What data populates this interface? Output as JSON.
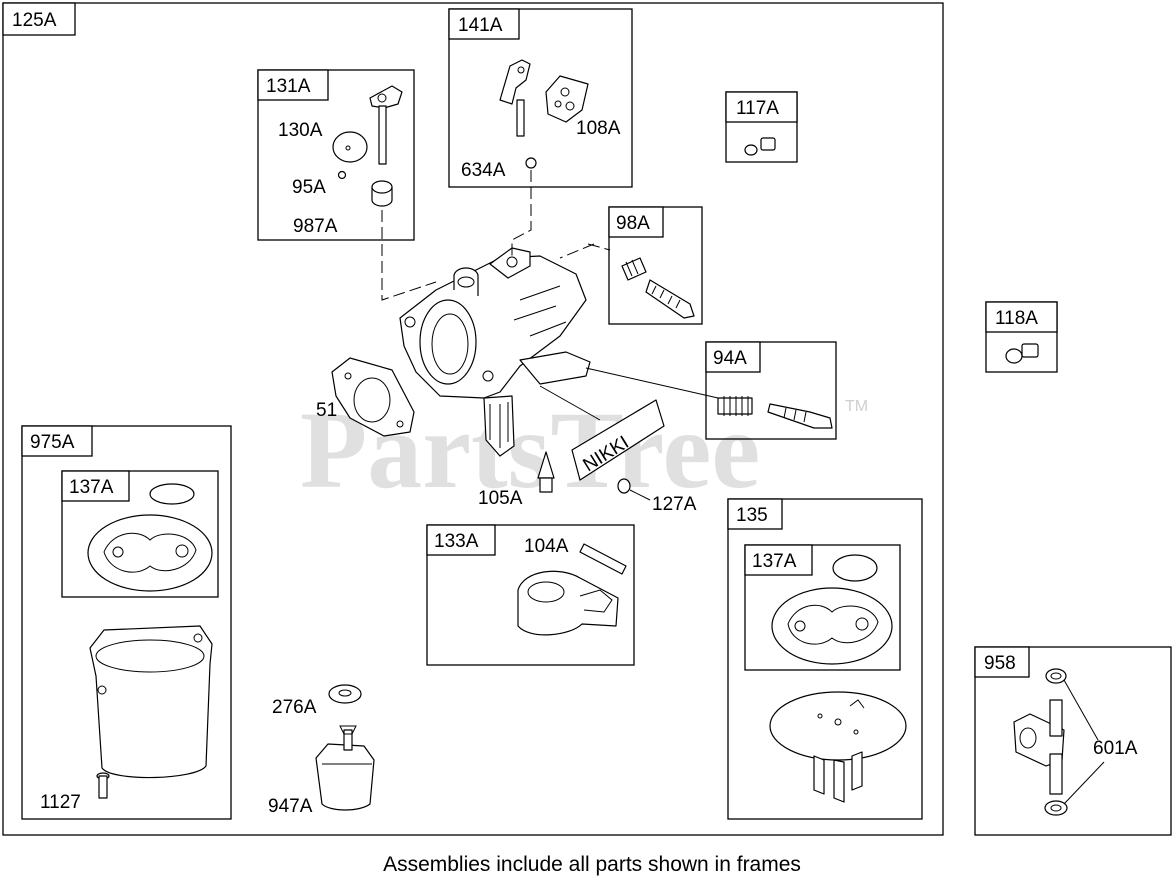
{
  "watermark": {
    "text": "PartsTree",
    "mark": "TM"
  },
  "labels": {
    "frame_125A": "125A",
    "frame_131A": "131A",
    "frame_141A": "141A",
    "frame_117A": "117A",
    "frame_98A": "98A",
    "frame_118A": "118A",
    "frame_94A": "94A",
    "frame_975A": "975A",
    "frame_137A_left": "137A",
    "frame_133A": "133A",
    "frame_135": "135",
    "frame_137A_right": "137A",
    "frame_958": "958",
    "part_130A": "130A",
    "part_95A": "95A",
    "part_987A": "987A",
    "part_108A": "108A",
    "part_634A": "634A",
    "part_51": "51",
    "part_105A": "105A",
    "part_127A": "127A",
    "part_104A": "104A",
    "part_276A": "276A",
    "part_947A": "947A",
    "part_1127": "1127",
    "part_601A": "601A",
    "nikki_plate": "NIKKI"
  },
  "caption": "Assemblies include all parts shown in frames"
}
